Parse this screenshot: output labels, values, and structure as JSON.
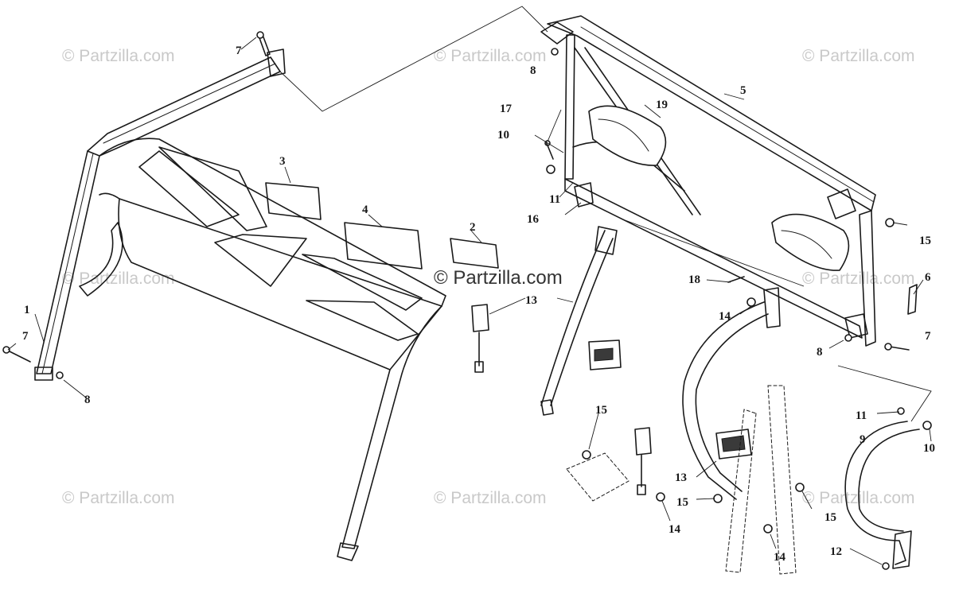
{
  "watermark": {
    "text": "© Partzilla.com",
    "center_text": "© Partzilla.com"
  },
  "callouts": {
    "c1": "1",
    "c2": "2",
    "c3": "3",
    "c4": "4",
    "c5": "5",
    "c6": "6",
    "c7a": "7",
    "c7b": "7",
    "c7c": "7",
    "c8a": "8",
    "c8b": "8",
    "c8c": "8",
    "c9": "9",
    "c10a": "10",
    "c10b": "10",
    "c11a": "11",
    "c11b": "11",
    "c12": "12",
    "c13a": "13",
    "c13b": "13",
    "c14a": "14",
    "c14b": "14",
    "c14c": "14",
    "c15a": "15",
    "c15b": "15",
    "c15c": "15",
    "c15d": "15",
    "c16": "16",
    "c17": "17",
    "c18": "18",
    "c19": "19"
  }
}
